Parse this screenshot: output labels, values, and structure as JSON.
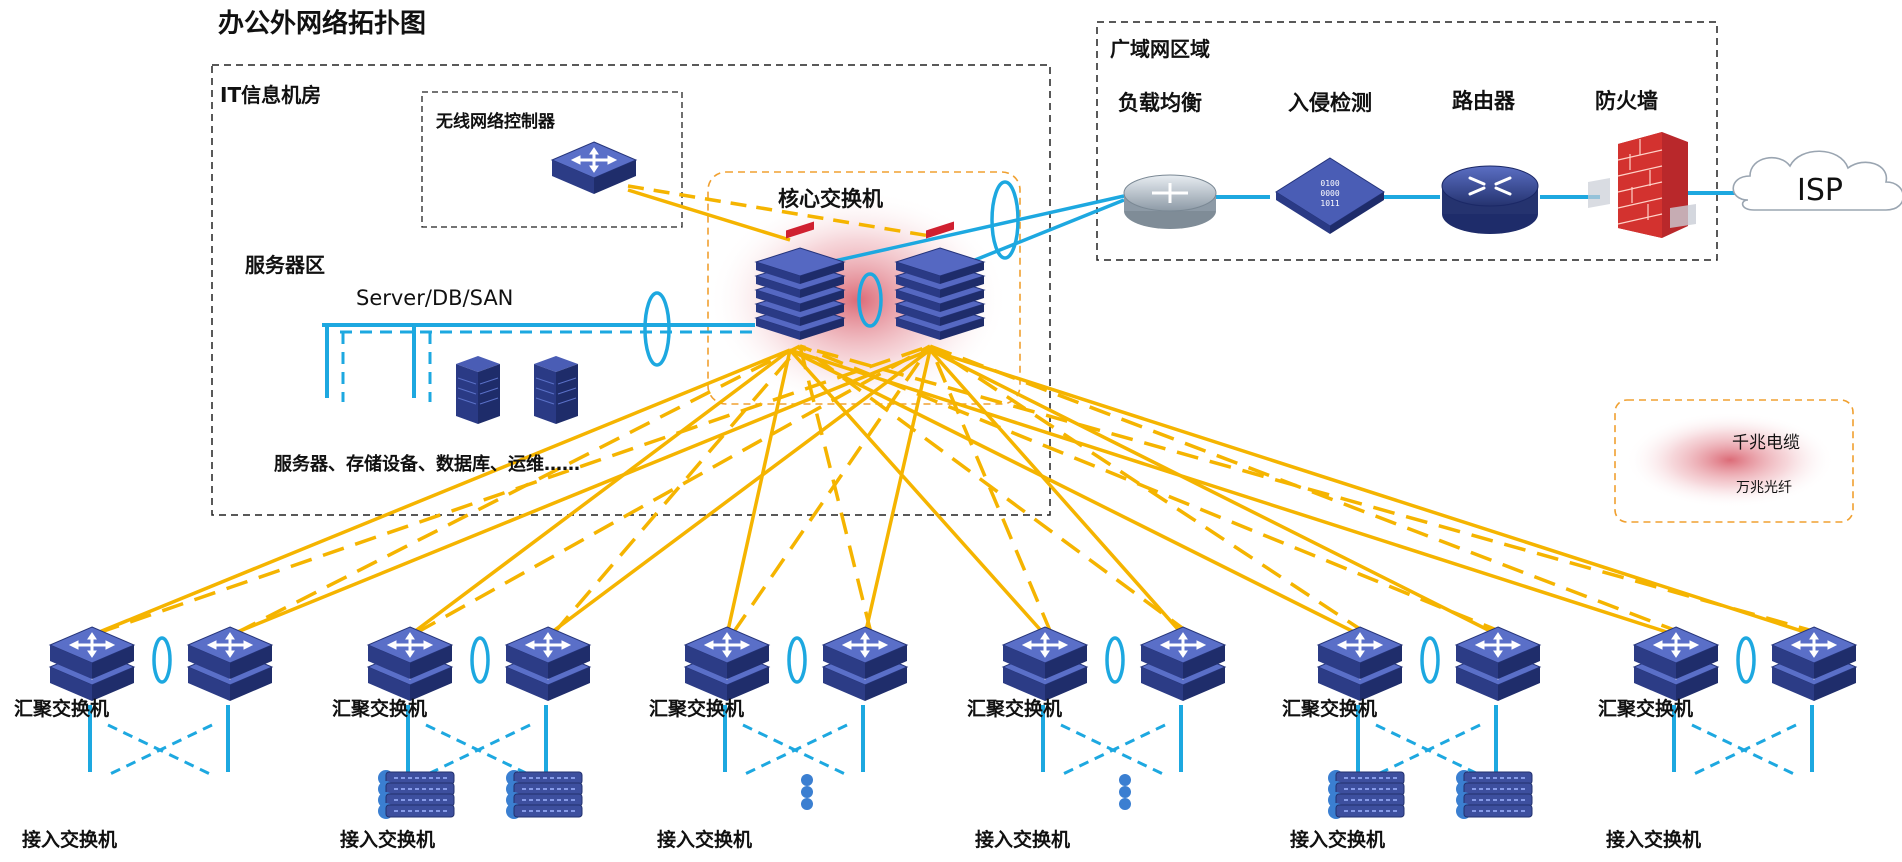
{
  "title": "办公外网络拓扑图",
  "it_room": {
    "label": "IT信息机房",
    "wireless_controller": "无线网络控制器",
    "core_switch": "核心交换机",
    "server_zone": "服务器区",
    "server_sublabel": "Server/DB/SAN",
    "server_caption": "服务器、存储设备、数据库、运维……"
  },
  "wan": {
    "label": "广域网区域",
    "devices": [
      "负载均衡",
      "入侵检测",
      "路由器",
      "防火墙"
    ],
    "isp": "ISP"
  },
  "legend": {
    "gigabit": "千兆电缆",
    "ten_gigabit": "万兆光纤"
  },
  "aggregation_label": "汇聚交换机",
  "access_label": "接入交换机",
  "groups": 6,
  "colors": {
    "fiber": "#F5B400",
    "cable": "#1DA8E0",
    "switch": "#2E3F8F",
    "legend_border": "#F0A030",
    "firewall": "#C0292B"
  },
  "icon_names": [
    "switch-icon",
    "stacked-switch-icon",
    "router-icon",
    "load-balancer-icon",
    "ids-icon",
    "firewall-icon",
    "cloud-icon",
    "server-icon",
    "access-switch-stack-icon"
  ]
}
